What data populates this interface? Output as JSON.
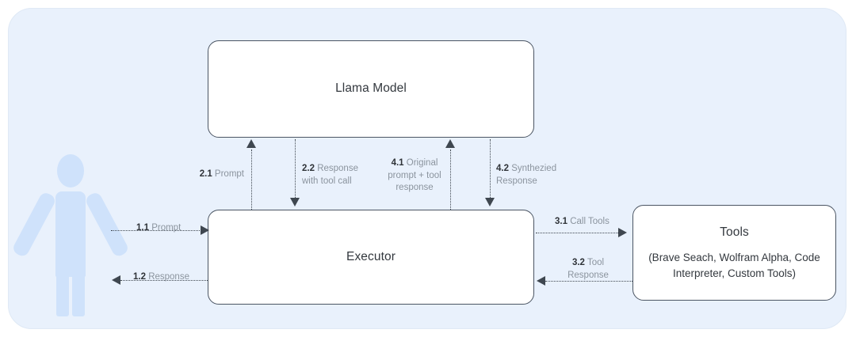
{
  "diagram": {
    "title": "Llama agentic system flow",
    "background_color": "#e9f1fc",
    "node_border_color": "#4b5563",
    "connector_color": "#3f4750",
    "actor_color": "#cfe2fb"
  },
  "actor": {
    "name": "user-person-icon"
  },
  "nodes": {
    "llama": {
      "title": "Llama Model"
    },
    "executor": {
      "title": "Executor"
    },
    "tools": {
      "title": "Tools",
      "subtitle": "(Brave Seach, Wolfram Alpha, Code Interpreter, Custom Tools)"
    }
  },
  "edges": [
    {
      "id": "1.1",
      "num": "1.1",
      "text": " Prompt",
      "from": "user",
      "to": "executor"
    },
    {
      "id": "1.2",
      "num": "1.2",
      "text": " Response",
      "from": "executor",
      "to": "user"
    },
    {
      "id": "2.1",
      "num": "2.1",
      "text": " Prompt",
      "from": "executor",
      "to": "llama"
    },
    {
      "id": "2.2",
      "num": "2.2",
      "text": " Response\nwith tool call",
      "from": "llama",
      "to": "executor"
    },
    {
      "id": "3.1",
      "num": "3.1",
      "text": " Call Tools",
      "from": "executor",
      "to": "tools"
    },
    {
      "id": "3.2",
      "num": "3.2",
      "text": " Tool\nResponse",
      "from": "tools",
      "to": "executor"
    },
    {
      "id": "4.1",
      "num": "4.1",
      "text": " Original\nprompt + tool\nresponse",
      "from": "executor",
      "to": "llama"
    },
    {
      "id": "4.2",
      "num": "4.2",
      "text": " Synthezied\nResponse",
      "from": "llama",
      "to": "executor"
    }
  ]
}
